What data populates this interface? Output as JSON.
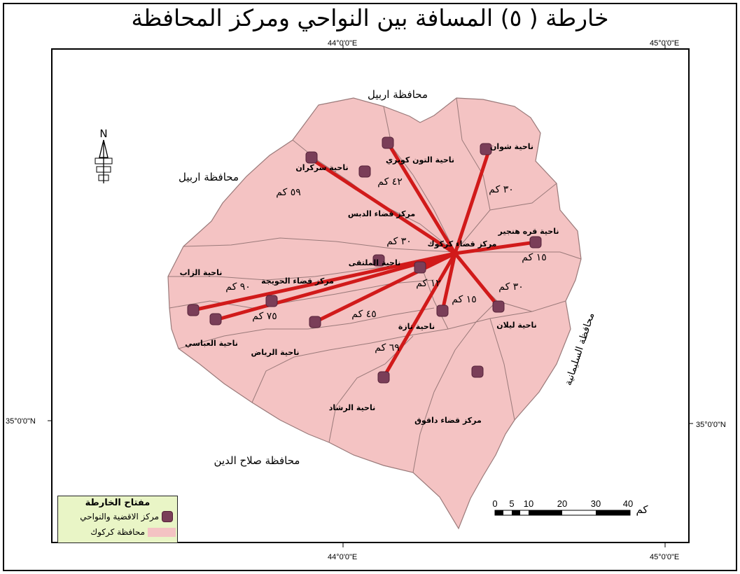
{
  "map": {
    "title": "خارطة ( ٥) المسافة بين النواحي ومركز المحافظة",
    "coordinates": {
      "top_left": "44°0'0\"E",
      "top_right": "45°0'0\"E",
      "bottom_left": "44°0'0\"E",
      "bottom_right": "45°0'0\"E",
      "left": "35°0'0\"N",
      "right": "35°0'0\"N"
    },
    "north_label": "N",
    "colors": {
      "province_fill": "#f4c3c3",
      "boundary": "#9a7a7a",
      "distance_line": "#d11a1a",
      "center_point": "#7a3e58",
      "legend_bg": "#e9f5c6"
    },
    "neighbors": [
      {
        "id": "erbil-north",
        "label": "محافظة اربيل"
      },
      {
        "id": "erbil-west",
        "label": "محافظة اربيل"
      },
      {
        "id": "sulaymaniyah",
        "label": "محافظة السليمانية"
      },
      {
        "id": "salahaddin",
        "label": "محافظة صلاح الدين"
      }
    ],
    "places": [
      {
        "id": "kirkuk",
        "label": "مركز قضاء كركوك"
      },
      {
        "id": "altun-kupri",
        "label": "ناحية التون كوبري"
      },
      {
        "id": "shwan",
        "label": "ناحية شوان"
      },
      {
        "id": "sarkaran",
        "label": "ناحية سركران"
      },
      {
        "id": "dibis",
        "label": "مركز قضاء الدبس"
      },
      {
        "id": "qarahanjir",
        "label": "ناحية قره هنجير"
      },
      {
        "id": "multaqa",
        "label": "ناحية الملتقى"
      },
      {
        "id": "zab",
        "label": "ناحية الزاب"
      },
      {
        "id": "hawija",
        "label": "مركز قضاء الحويجة"
      },
      {
        "id": "abbasi",
        "label": "ناحية العباسي"
      },
      {
        "id": "riyadh",
        "label": "ناحية الرياض"
      },
      {
        "id": "taza",
        "label": "ناحية تازة"
      },
      {
        "id": "laylan",
        "label": "ناحية ليلان"
      },
      {
        "id": "rashad",
        "label": "ناحية الرشاد"
      },
      {
        "id": "daquq",
        "label": "مركز قضاء داقوق"
      }
    ],
    "distances": [
      {
        "to": "sarkaran",
        "label": "٥٩ كم"
      },
      {
        "to": "altun-kupri",
        "label": "٤٢ كم"
      },
      {
        "to": "shwan",
        "label": "٣٠ كم"
      },
      {
        "to": "dibis",
        "label": "٣٠ كم"
      },
      {
        "to": "qarahanjir",
        "label": "١٥ كم"
      },
      {
        "to": "multaqa",
        "label": "١٢ كم"
      },
      {
        "to": "zab",
        "label": "٩٠ كم"
      },
      {
        "to": "abbasi",
        "label": "٧٥ كم"
      },
      {
        "to": "riyadh",
        "label": "٤٥ كم"
      },
      {
        "to": "taza",
        "label": "١٥ كم"
      },
      {
        "to": "laylan",
        "label": "٣٠ كم"
      },
      {
        "to": "rashad",
        "label": "٦٩ كم"
      }
    ],
    "scale_bar": {
      "ticks": [
        "0",
        "5",
        "10",
        "20",
        "30",
        "40"
      ],
      "unit": "كم"
    },
    "legend": {
      "title": "مفتاح الخارطة",
      "items": [
        {
          "label": "مركز الاقضية والنواحي"
        },
        {
          "label": "محافظة كركوك"
        }
      ]
    }
  }
}
